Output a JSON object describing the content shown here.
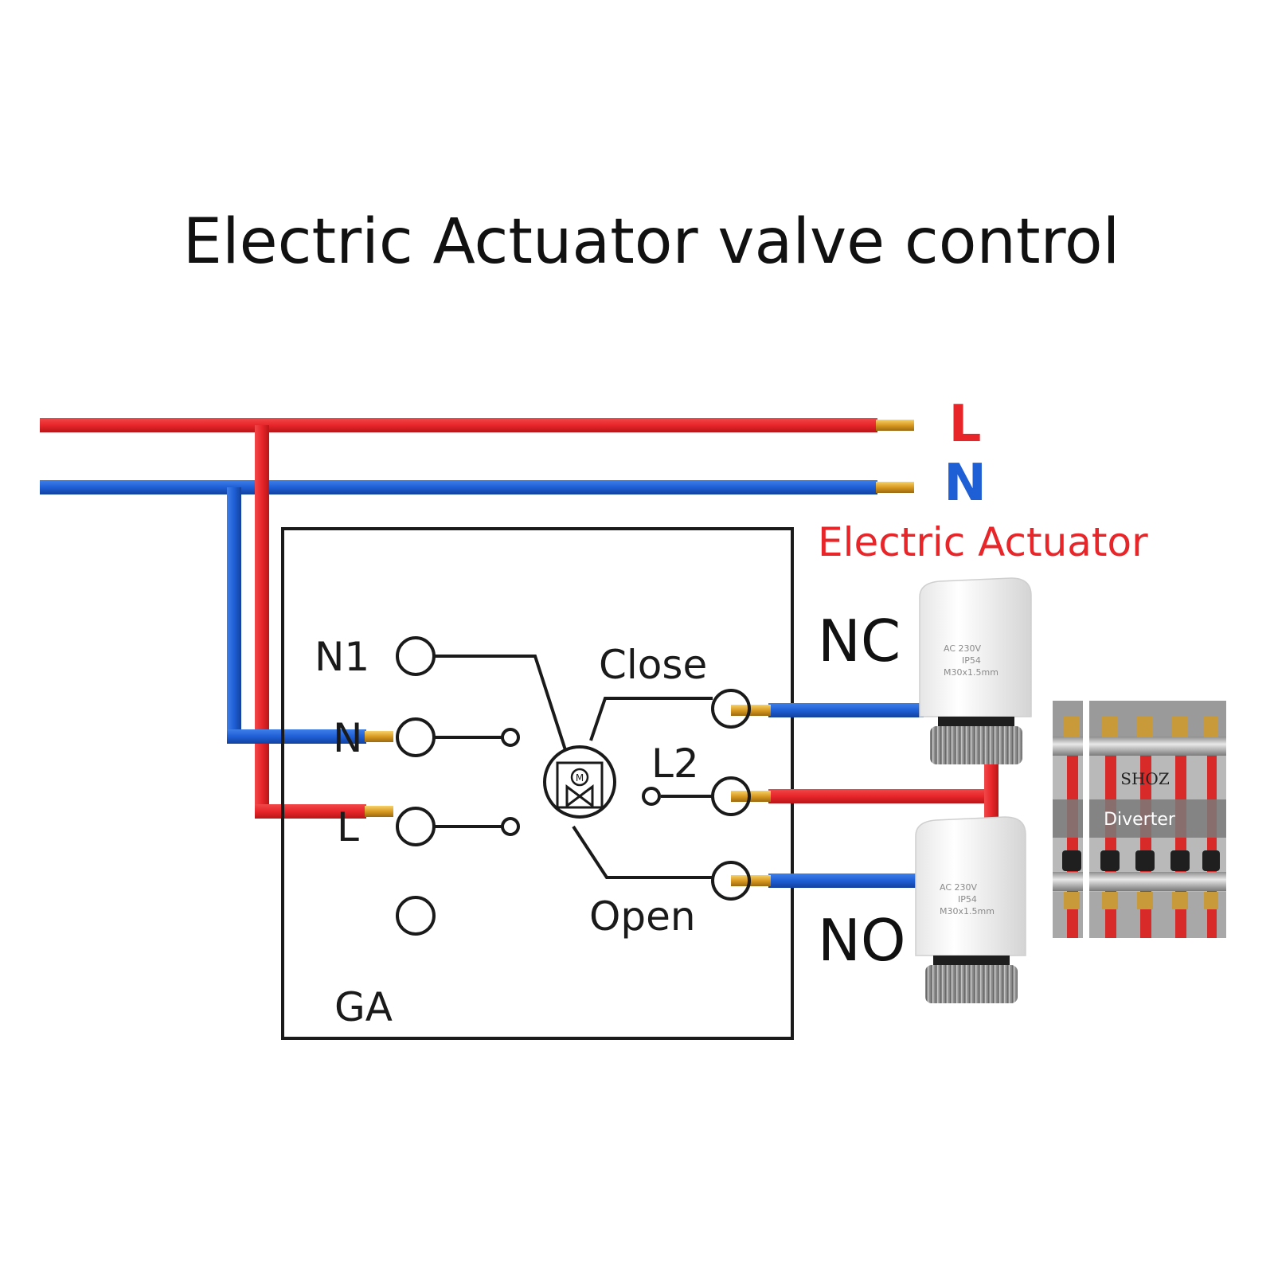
{
  "title": "Electric Actuator  valve control",
  "bus": {
    "line_label": "L",
    "neutral_label": "N",
    "line_color": "#e8262a",
    "neutral_color": "#1f5fd6"
  },
  "actuator_heading": "Electric Actuator",
  "controller": {
    "name": "GA",
    "terminals_left": [
      "N1",
      "N",
      "L"
    ],
    "terminals_right": [
      "Close",
      "L2",
      "Open"
    ]
  },
  "actuators": [
    {
      "state_label": "NC",
      "spec_lines": [
        "AC 230V",
        "IP54",
        "M30x1.5mm"
      ]
    },
    {
      "state_label": "NO",
      "spec_lines": [
        "AC 230V",
        "IP54",
        "M30x1.5mm"
      ]
    }
  ],
  "manifold": {
    "label": "Diverter",
    "brand": "SHOZ"
  }
}
